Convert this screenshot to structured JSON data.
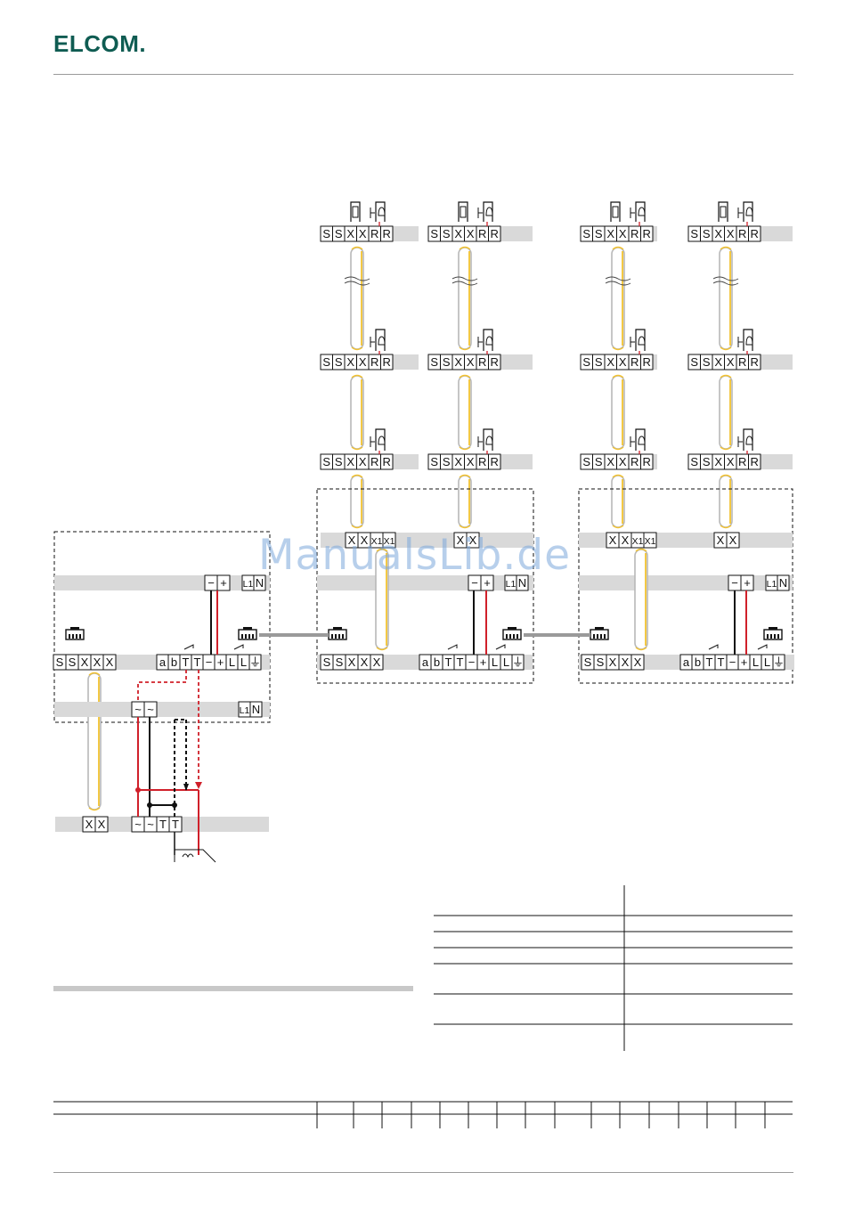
{
  "header": {
    "logo": "ELCOM."
  },
  "watermark": {
    "text": "ManualsLib.de"
  },
  "terminals": {
    "door": [
      "S",
      "S",
      "X",
      "X",
      "R",
      "R"
    ],
    "bus_pair": [
      "X",
      "X",
      "X1",
      "X1"
    ],
    "bus_pair_short": [
      "X",
      "X"
    ],
    "dc": [
      "−",
      "+"
    ],
    "mains": [
      "L1",
      "N"
    ],
    "left_block": [
      "S",
      "S",
      "X",
      "X",
      "X"
    ],
    "right_block": [
      "a",
      "b",
      "T",
      "T",
      "−",
      "+",
      "L",
      "L",
      "⏚"
    ],
    "ac": [
      "~",
      "~"
    ],
    "bottom_ac": [
      "~",
      "~",
      "T",
      "T"
    ],
    "bottom_xx": [
      "X",
      "X"
    ]
  },
  "colors": {
    "brand": "#0f5c52",
    "cable_yellow": "#f2c230",
    "cable_gray": "#b8b8b8",
    "wire_red": "#d0202a",
    "rail_gray": "#d9d9d9",
    "line": "#111111"
  }
}
